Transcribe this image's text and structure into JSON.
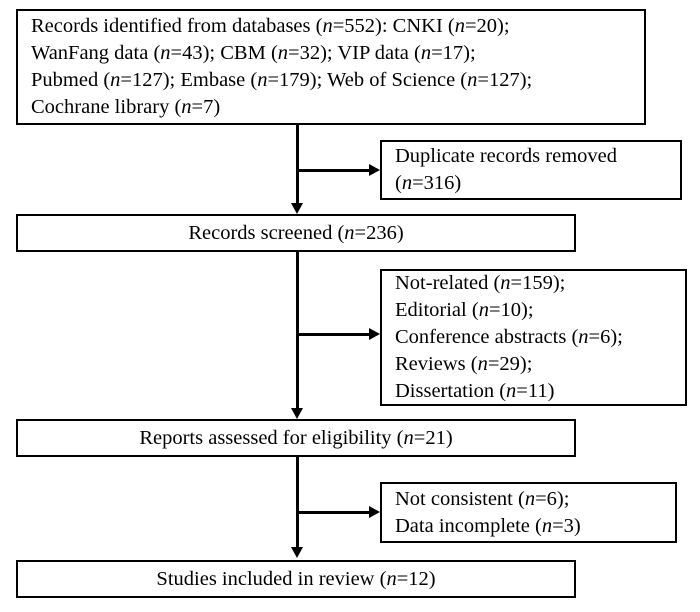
{
  "diagram": {
    "type": "prisma-flow-diagram",
    "title": "",
    "boxes": [
      {
        "id": "identification",
        "align": "left",
        "lines": [
          "Records identified from databases (n=552): CNKI (n=20);",
          "WanFang data (n=43); CBM (n=32); VIP data (n=17);",
          "Pubmed (n=127); Embase (n=179); Web of Science (n=127);",
          "Cochrane library (n=7)"
        ]
      },
      {
        "id": "duplicates-removed",
        "align": "left",
        "lines": [
          "Duplicate records removed",
          "(n=316)"
        ]
      },
      {
        "id": "records-screened",
        "align": "center",
        "lines": [
          "Records screened (n=236)"
        ]
      },
      {
        "id": "records-excluded",
        "align": "left",
        "lines": [
          "Not-related (n=159);",
          "Editorial (n=10);",
          "Conference abstracts (n=6);",
          "Reviews (n=29);",
          "Dissertation (n=11)"
        ]
      },
      {
        "id": "reports-assessed",
        "align": "center",
        "lines": [
          "Reports assessed for eligibility (n=21)"
        ]
      },
      {
        "id": "reports-excluded",
        "align": "left",
        "lines": [
          "Not consistent (n=6);",
          "Data incomplete (n=3)"
        ]
      },
      {
        "id": "studies-included",
        "align": "center",
        "lines": [
          "Studies included in review (n=12)"
        ]
      }
    ],
    "counts": {
      "records_identified_total": 552,
      "cnki": 20,
      "wanfang": 43,
      "cbm": 32,
      "vip": 17,
      "pubmed": 127,
      "embase": 179,
      "web_of_science": 127,
      "cochrane_library": 7,
      "duplicates_removed": 316,
      "records_screened": 236,
      "excluded_not_related": 159,
      "excluded_editorial": 10,
      "excluded_conference_abstracts": 6,
      "excluded_reviews": 29,
      "excluded_dissertation": 11,
      "reports_assessed": 21,
      "excluded_not_consistent": 6,
      "excluded_data_incomplete": 3,
      "studies_included": 12
    },
    "colors": {
      "line": "#000000",
      "background": "#ffffff",
      "text": "#000000"
    }
  }
}
